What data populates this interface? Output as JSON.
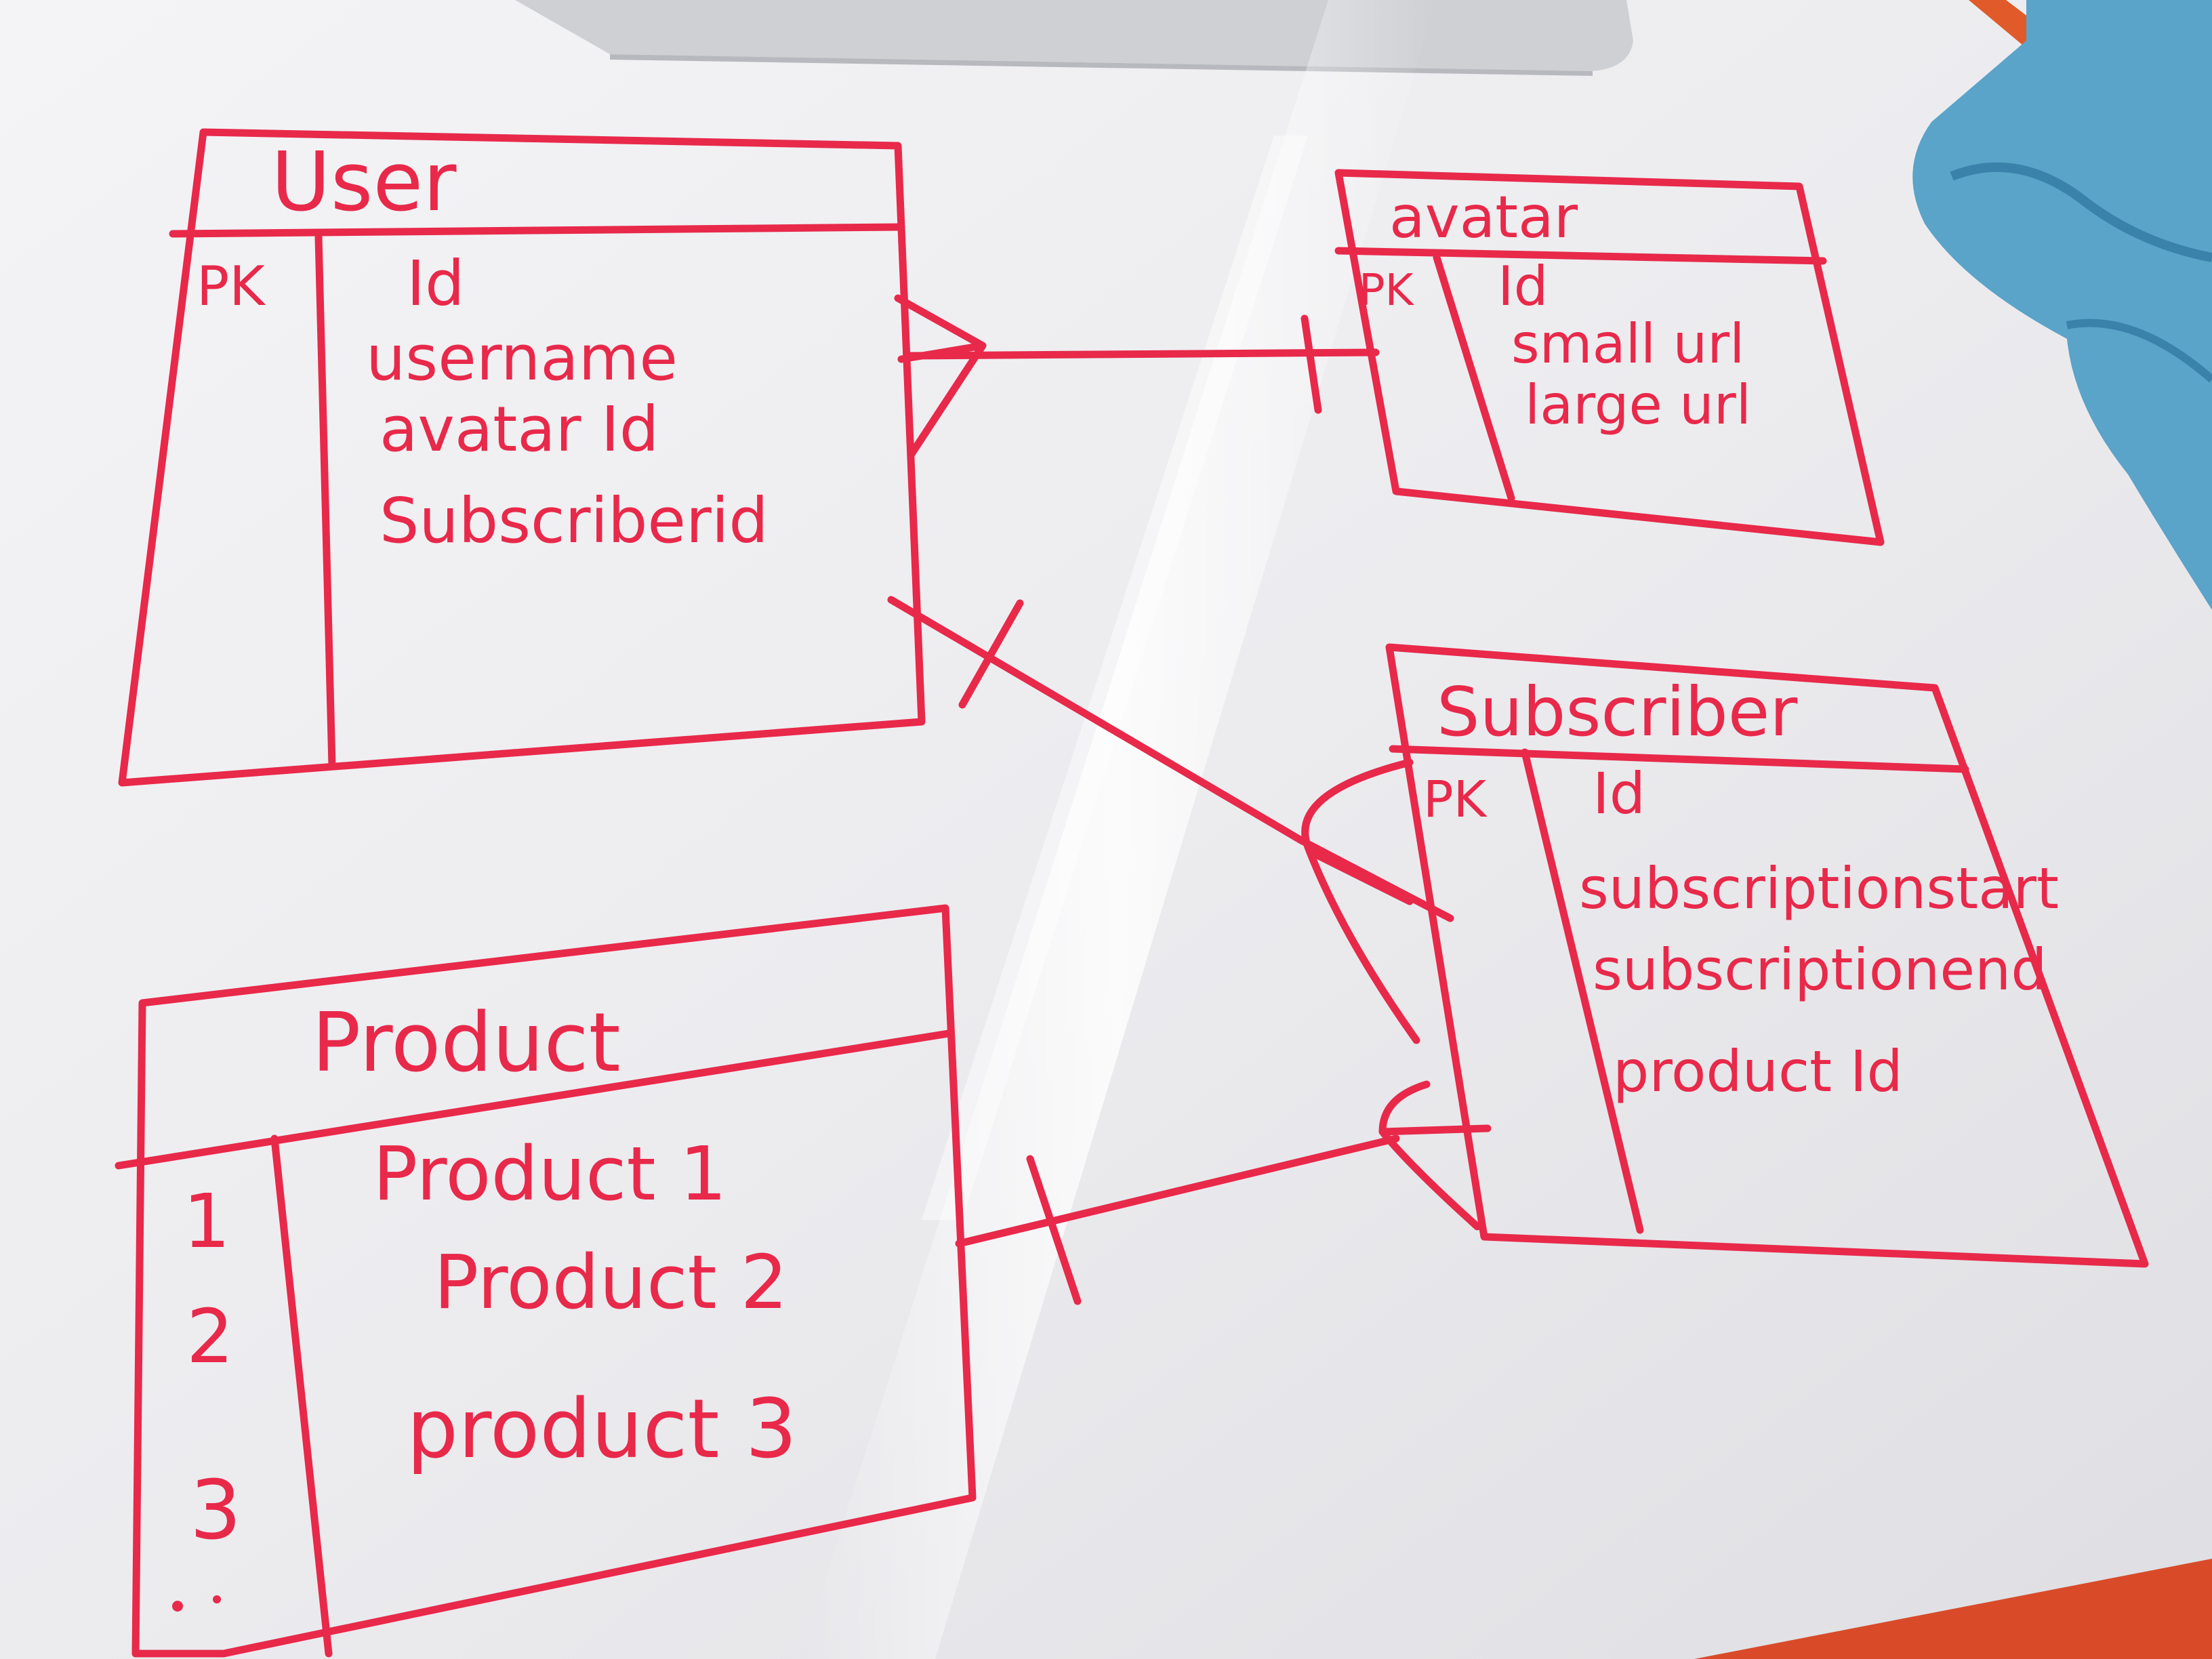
{
  "colors": {
    "marker": "#e8294a",
    "board": "#ececef",
    "laptop": "#cfd0d4",
    "cloth": "#5aa3c9",
    "frame": "#e05a2a"
  },
  "entities": {
    "user": {
      "title": "User",
      "key_label": "PK",
      "fields": [
        "Id",
        "username",
        "avatar Id",
        "Subscriberid"
      ]
    },
    "avatar": {
      "title": "avatar",
      "key_label": "PK",
      "fields": [
        "Id",
        "small url",
        "large url"
      ]
    },
    "subscriber": {
      "title": "Subscriber",
      "key_label": "PK",
      "fields": [
        "Id",
        "subscriptionstart",
        "subscriptionend",
        "product Id"
      ]
    },
    "product": {
      "title": "Product",
      "keys": [
        "1",
        "2",
        "3"
      ],
      "fields": [
        "Product 1",
        "Product 2",
        "product 3"
      ]
    }
  }
}
